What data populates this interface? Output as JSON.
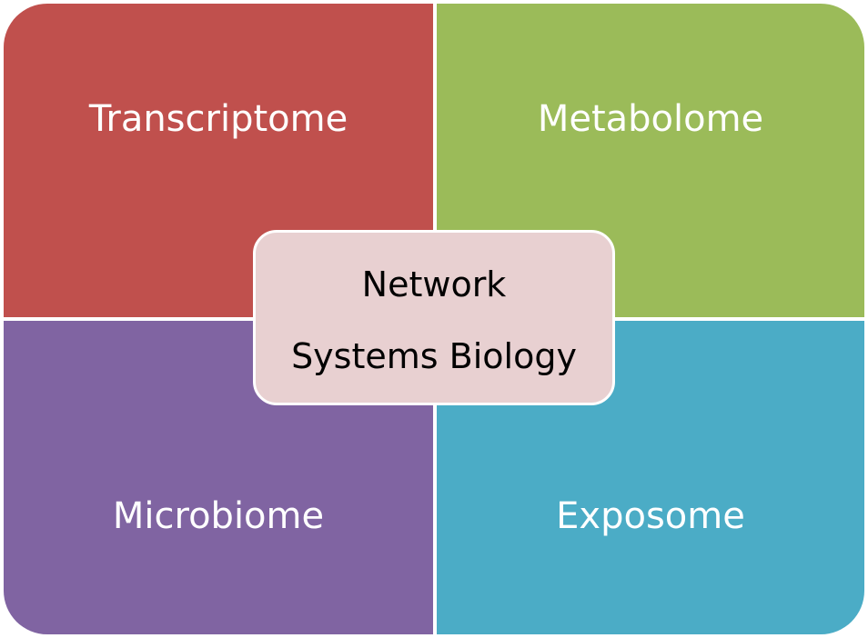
{
  "diagram": {
    "quadrants": [
      {
        "label": "Transcriptome",
        "color": "#c0504d"
      },
      {
        "label": "Metabolome",
        "color": "#9bbb59"
      },
      {
        "label": "Microbiome",
        "color": "#8064a2"
      },
      {
        "label": "Exposome",
        "color": "#4bacc6"
      }
    ],
    "center": {
      "line1": "Network",
      "line2": "Systems Biology",
      "fill_color": "#e8d0d1",
      "border_color": "#ffffff"
    }
  }
}
